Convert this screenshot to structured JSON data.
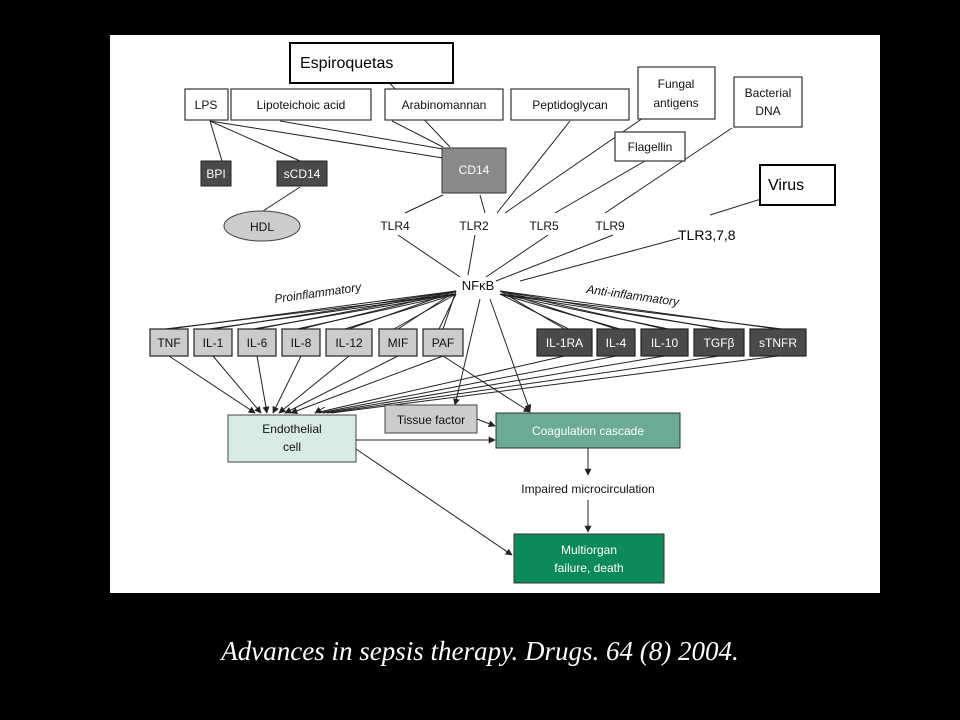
{
  "diagram": {
    "overlay_labels": {
      "espiroquetas": "Espiroquetas",
      "virus": "Virus",
      "tlr378": "TLR3,7,8"
    },
    "ligands": {
      "lps": "LPS",
      "lipoteichoic": "Lipoteichoic acid",
      "arabinomannan": "Arabinomannan",
      "peptidoglycan": "Peptidoglycan",
      "fungal": [
        "Fungal",
        "antigens"
      ],
      "bacterial_dna": [
        "Bacterial",
        "DNA"
      ],
      "flagellin": "Flagellin"
    },
    "binding": {
      "bpi": "BPI",
      "scd14": "sCD14",
      "hdl": "HDL",
      "cd14": "CD14"
    },
    "receptors": {
      "tlr4": "TLR4",
      "tlr2": "TLR2",
      "tlr5": "TLR5",
      "tlr9": "TLR9"
    },
    "nfkb": "NFκB",
    "proinflammatory_label": "Proinflammatory",
    "antiinflammatory_label": "Anti-inflammatory",
    "proinflammatory": [
      "TNF",
      "IL-1",
      "IL-6",
      "IL-8",
      "IL-12",
      "MIF",
      "PAF"
    ],
    "antiinflammatory": [
      "IL-1RA",
      "IL-4",
      "IL-10",
      "TGFβ",
      "sTNFR"
    ],
    "outcomes": {
      "endothelial": [
        "Endothelial",
        "cell"
      ],
      "tissue_factor": "Tissue factor",
      "coagulation": "Coagulation cascade",
      "microcirculation": "Impaired microcirculation",
      "multiorgan": [
        "Multiorgan",
        "failure, death"
      ]
    },
    "colors": {
      "dark_box": "#4a4a4a",
      "mid_box": "#8a8a8a",
      "light_box": "#cccccc",
      "teal": "#6aaa96",
      "pale_green": "#d8ebe4",
      "dark_green": "#0c8a5a"
    }
  },
  "caption": "Advances in sepsis therapy. Drugs. 64 (8) 2004."
}
